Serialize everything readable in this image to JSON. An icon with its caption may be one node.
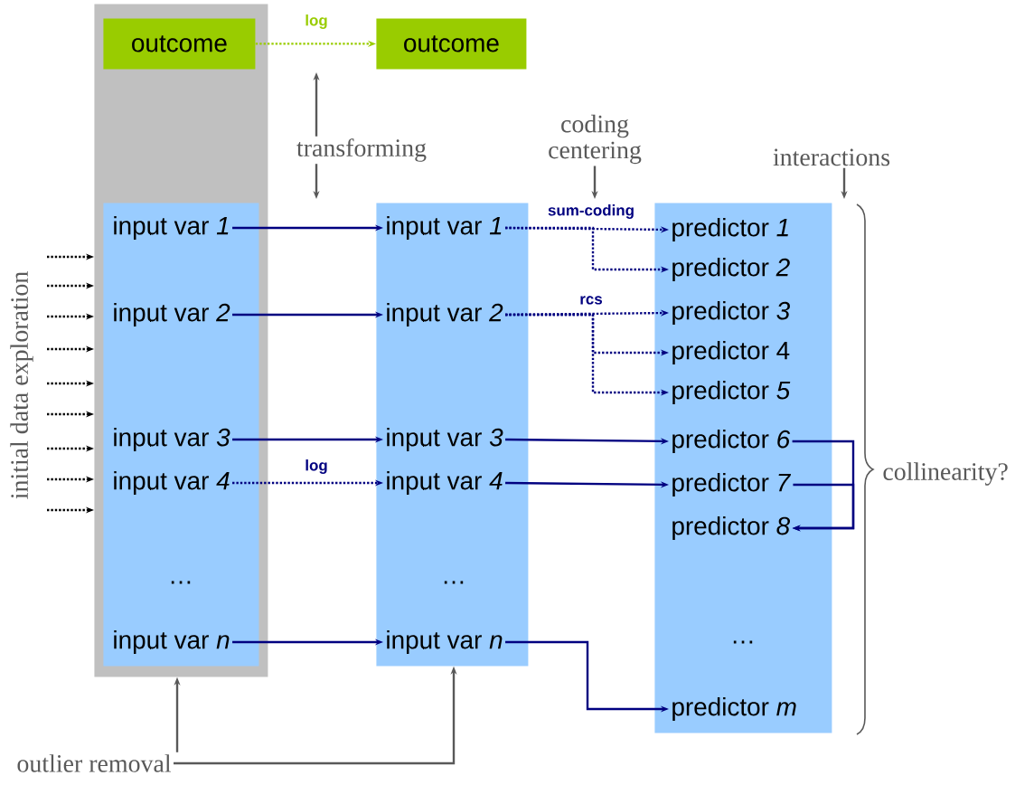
{
  "diagram": {
    "nodes": [
      {
        "text": [],
        "shape": "box"
      },
      {
        "text": [
          "outcome"
        ],
        "in": 0
      },
      {
        "text": [],
        "shape": "box",
        "in": 0
      },
      {
        "text": [
          "input var *1*"
        ],
        "in": 2
      },
      {
        "text": [
          "input var *2*"
        ],
        "in": 2
      },
      {
        "text": [
          "input var *3*"
        ],
        "in": 2
      },
      {
        "text": [
          "input var *4*"
        ],
        "in": 2
      },
      {
        "text": [
          "…"
        ],
        "in": 2
      },
      {
        "text": [
          "input var *n*"
        ],
        "in": 2
      },
      {
        "text": [
          "outcome"
        ]
      },
      {
        "text": [],
        "shape": "box"
      },
      {
        "text": [
          "input var *1*"
        ],
        "in": 10
      },
      {
        "text": [
          "input var *2*"
        ],
        "in": 10
      },
      {
        "text": [
          "input var *3*"
        ],
        "in": 10
      },
      {
        "text": [
          "input var *4*"
        ],
        "in": 10
      },
      {
        "text": [
          "…"
        ],
        "in": 10
      },
      {
        "text": [
          "input var *n*"
        ],
        "in": 10
      },
      {
        "text": [],
        "shape": "box"
      },
      {
        "text": [
          "predictor *1*"
        ],
        "in": 17
      },
      {
        "text": [
          "predictor *2*"
        ],
        "in": 17
      },
      {
        "text": [
          "predictor *3*"
        ],
        "in": 17
      },
      {
        "text": [
          "predictor 4"
        ],
        "in": 17
      },
      {
        "text": [
          "predictor *5*"
        ],
        "in": 17
      },
      {
        "text": [
          "predictor *6*"
        ],
        "in": 17
      },
      {
        "text": [
          "predictor *7*"
        ],
        "in": 17
      },
      {
        "text": [
          "predictor *8*"
        ],
        "in": 17
      },
      {
        "text": [
          "…"
        ],
        "in": 17
      },
      {
        "text": [
          "predictor *m*"
        ],
        "in": 17
      },
      {
        "text": [
          "transforming"
        ]
      },
      {
        "text": [
          "coding centering"
        ]
      },
      {
        "text": [
          "interactions"
        ]
      },
      {
        "text": [
          "outlier removal"
        ]
      },
      {
        "text": [
          "initial data exploration"
        ]
      }
    ],
    "edges": [
      {
        "from": 1,
        "to": 9,
        "arrow": "to",
        "label": "log",
        "style": "dashed",
        "color": "#99cc00"
      },
      {
        "from": 3,
        "to": 11,
        "arrow": "to"
      },
      {
        "from": 4,
        "to": 12,
        "arrow": "to"
      },
      {
        "from": 5,
        "to": 13,
        "arrow": "to"
      },
      {
        "from": 6,
        "to": 14,
        "arrow": "to",
        "label": "log",
        "style": "dashed"
      },
      {
        "from": 8,
        "to": 16,
        "arrow": "to"
      },
      {
        "from": 11,
        "to": 18,
        "arrow": "to",
        "label": "sum-coding",
        "style": "dashed"
      },
      {
        "from": 11,
        "to": 19,
        "arrow": "to",
        "style": "dashed"
      },
      {
        "from": 12,
        "to": 20,
        "arrow": "to",
        "label": "rcs",
        "style": "dashed"
      },
      {
        "from": 12,
        "to": 21,
        "arrow": "to",
        "style": "dashed"
      },
      {
        "from": 12,
        "to": 22,
        "arrow": "to",
        "style": "dashed"
      },
      {
        "from": 13,
        "to": 23,
        "arrow": "to"
      },
      {
        "from": 14,
        "to": 24,
        "arrow": "to"
      },
      {
        "from": 23,
        "to": 25,
        "arrow": "to"
      },
      {
        "from": 24,
        "to": 25,
        "arrow": "to"
      },
      {
        "from": 16,
        "to": 27,
        "arrow": "to"
      },
      {
        "from": 28,
        "to": null,
        "arrow": "to",
        "color": "#595959"
      },
      {
        "from": 28,
        "to": null,
        "arrow": "to",
        "color": "#595959"
      },
      {
        "from": 29,
        "to": null,
        "arrow": "to",
        "color": "#595959"
      },
      {
        "from": 30,
        "to": null,
        "arrow": "to",
        "color": "#595959"
      },
      {
        "from": 31,
        "to": 0,
        "arrow": "to",
        "color": "#595959"
      },
      {
        "from": 31,
        "to": 10,
        "arrow": "to",
        "color": "#595959"
      },
      {
        "from": 32,
        "to": 0,
        "arrow": "to",
        "style": "dashed",
        "color": "#000000"
      },
      {
        "from": 32,
        "to": 0,
        "arrow": "to",
        "style": "dashed",
        "color": "#000000"
      },
      {
        "from": 32,
        "to": 0,
        "arrow": "to",
        "style": "dashed",
        "color": "#000000"
      },
      {
        "from": 32,
        "to": 0,
        "arrow": "to",
        "style": "dashed",
        "color": "#000000"
      },
      {
        "from": 32,
        "to": 0,
        "arrow": "to",
        "style": "dashed",
        "color": "#000000"
      },
      {
        "from": 32,
        "to": 0,
        "arrow": "to",
        "style": "dashed",
        "color": "#000000"
      },
      {
        "from": 32,
        "to": 0,
        "arrow": "to",
        "style": "dashed",
        "color": "#000000"
      },
      {
        "from": 32,
        "to": 0,
        "arrow": "to",
        "style": "dashed",
        "color": "#000000"
      },
      {
        "from": 32,
        "to": 0,
        "arrow": "to",
        "style": "dashed",
        "color": "#000000"
      }
    ],
    "labels": [
      "collinearity?"
    ]
  }
}
